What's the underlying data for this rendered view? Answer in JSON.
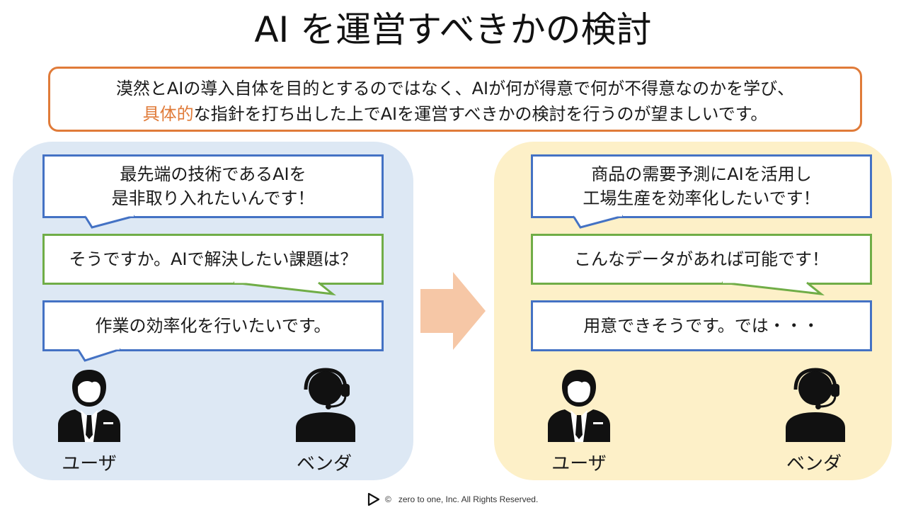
{
  "title": "AI を運営すべきかの検討",
  "summary": {
    "line1": "漠然とAIの導入自体を目的とするのではなく、AIが何が得意で何が不得意なのかを学び、",
    "line2_accent": "具体的",
    "line2_rest": "な指針を打ち出した上でAIを運営すべきかの検討を行うのが望ましいです。"
  },
  "left": {
    "bubble1": {
      "line1": "最先端の技術であるAIを",
      "line2": "是非取り入れたいんです！"
    },
    "bubble2": "そうですか。AIで解決したい課題は？",
    "bubble3": "作業の効率化を行いたいです。",
    "user_label": "ユーザ",
    "vendor_label": "ベンダ"
  },
  "right": {
    "bubble1": {
      "line1": "商品の需要予測にAIを活用し",
      "line2": "工場生産を効率化したいです！"
    },
    "bubble2": "こんなデータがあれば可能です！",
    "bubble3": "用意できそうです。では・・・",
    "user_label": "ユーザ",
    "vendor_label": "ベンダ"
  },
  "footer": {
    "copyright": "©",
    "text": "zero to one, Inc. All Rights Reserved."
  },
  "colors": {
    "summary_border": "#e07b39",
    "accent_text": "#e07b39",
    "left_panel": "#dde8f4",
    "right_panel": "#fdf0c8",
    "blue_border": "#4472c4",
    "green_border": "#70ad47",
    "arrow": "#f6c7a6"
  },
  "icons": [
    "user-businessman-icon",
    "vendor-headset-icon",
    "arrow-right-icon",
    "play-logo-icon"
  ]
}
